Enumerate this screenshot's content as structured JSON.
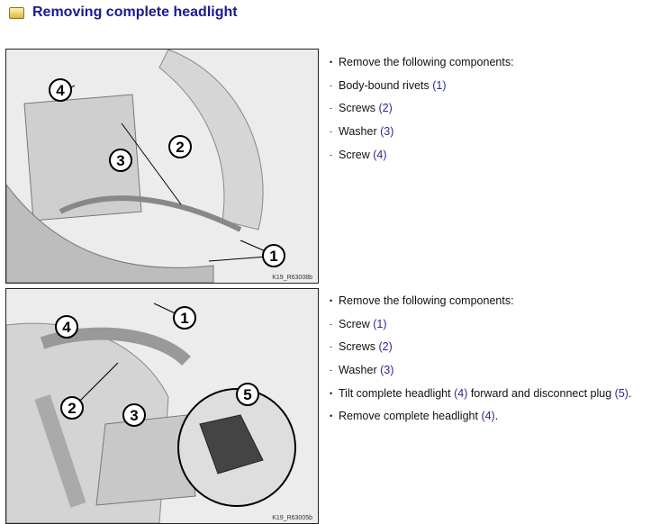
{
  "title": "Removing complete headlight",
  "figures": [
    {
      "caption": "K19_R63008b",
      "callouts": [
        "1",
        "2",
        "3",
        "4"
      ]
    },
    {
      "caption": "K19_R63005b",
      "callouts": [
        "1",
        "2",
        "3",
        "4",
        "5"
      ]
    }
  ],
  "sections": [
    {
      "steps": [
        {
          "marker": "•",
          "text": "Remove the following components:",
          "ref": ""
        },
        {
          "marker": "-",
          "text": "Body-bound rivets ",
          "ref": "(1)"
        },
        {
          "marker": "-",
          "text": "Screws ",
          "ref": "(2)"
        },
        {
          "marker": "-",
          "text": "Washer ",
          "ref": "(3)"
        },
        {
          "marker": "-",
          "text": "Screw ",
          "ref": "(4)"
        }
      ]
    },
    {
      "steps": [
        {
          "marker": "•",
          "text": "Remove the following components:",
          "ref": ""
        },
        {
          "marker": "-",
          "text": "Screw ",
          "ref": "(1)"
        },
        {
          "marker": "-",
          "text": "Screws ",
          "ref": "(2)"
        },
        {
          "marker": "-",
          "text": "Washer ",
          "ref": "(3)"
        },
        {
          "marker": "•",
          "text": "Tilt complete headlight ",
          "ref": "(4)",
          "text2": " forward and disconnect plug ",
          "ref2": "(5)",
          "tail": "."
        },
        {
          "marker": "•",
          "text": "Remove complete headlight ",
          "ref": "(4)",
          "tail": "."
        }
      ]
    }
  ]
}
